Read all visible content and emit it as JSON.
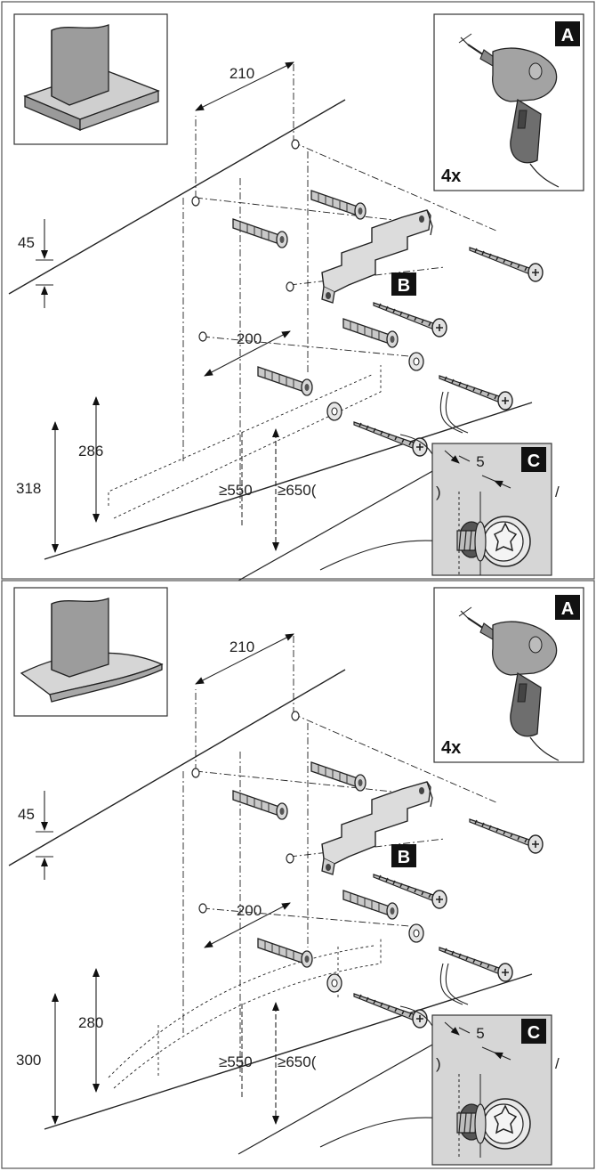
{
  "panels": [
    {
      "hood": "straight",
      "drill": {
        "label": "A",
        "count": "4x"
      },
      "bracket_label": "B",
      "detail": {
        "label": "C",
        "dim": "5",
        "left_mark": ")",
        "right_mark": "/"
      },
      "dims": {
        "top_spacing": "210",
        "top_offset": "45",
        "lower_spacing": "200",
        "inner_height": "286",
        "outer_height": "318",
        "min_a": "≥550",
        "min_b": "≥650("
      }
    },
    {
      "hood": "curved",
      "drill": {
        "label": "A",
        "count": "4x"
      },
      "bracket_label": "B",
      "detail": {
        "label": "C",
        "dim": "5",
        "left_mark": ")",
        "right_mark": "/"
      },
      "dims": {
        "top_spacing": "210",
        "top_offset": "45",
        "lower_spacing": "200",
        "inner_height": "280",
        "outer_height": "300",
        "min_a": "≥550",
        "min_b": "≥650("
      }
    }
  ],
  "colors": {
    "line": "#222222",
    "hood_grey": "#b5b5b5",
    "drill_grey": "#9e9e9e",
    "label_bg": "#111111",
    "detail_bg": "#d6d6d6"
  }
}
